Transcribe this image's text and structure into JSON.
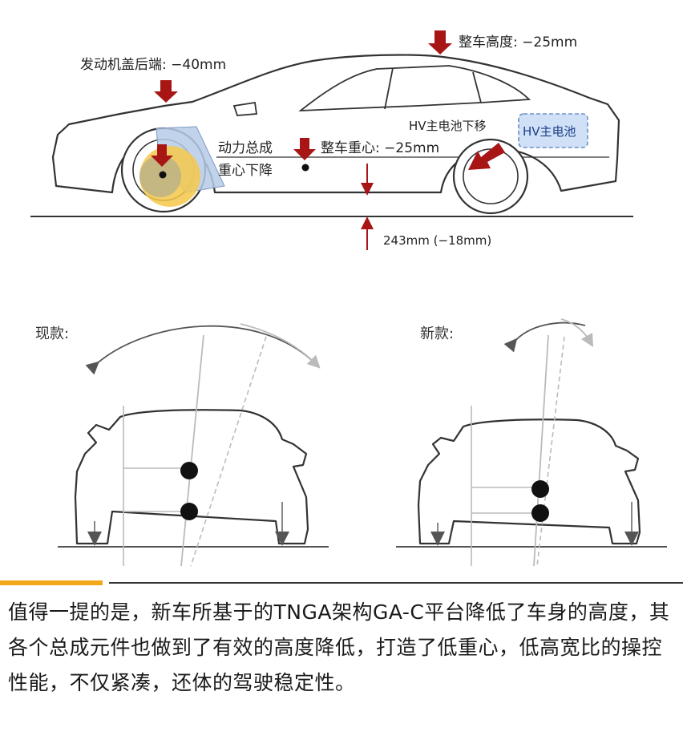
{
  "side_view": {
    "hood_label": "发动机盖后端: −40mm",
    "roof_label": "整车高度: −25mm",
    "powertrain_label_1": "动力总成",
    "powertrain_label_2": "重心下降",
    "cog_label": "整车重心: −25mm",
    "battery_move_label": "HV主电池下移",
    "battery_box_label": "HV主电池",
    "ground_clearance_label": "243mm (−18mm)",
    "arrow_color": "#a81515",
    "battery_box_color": "#cfe0f7"
  },
  "comparison": {
    "current_label": "现款:",
    "new_label": "新款:"
  },
  "article": {
    "text": "值得一提的是，新车所基于的TNGA架构GA-C平台降低了车身的高度，其各个总成元件也做到了有效的高度降低，打造了低重心，低高宽比的操控性能，不仅紧凑，还体的驾驶稳定性。"
  },
  "accent_colors": {
    "gold": "#f2a818",
    "dark": "#333333"
  }
}
